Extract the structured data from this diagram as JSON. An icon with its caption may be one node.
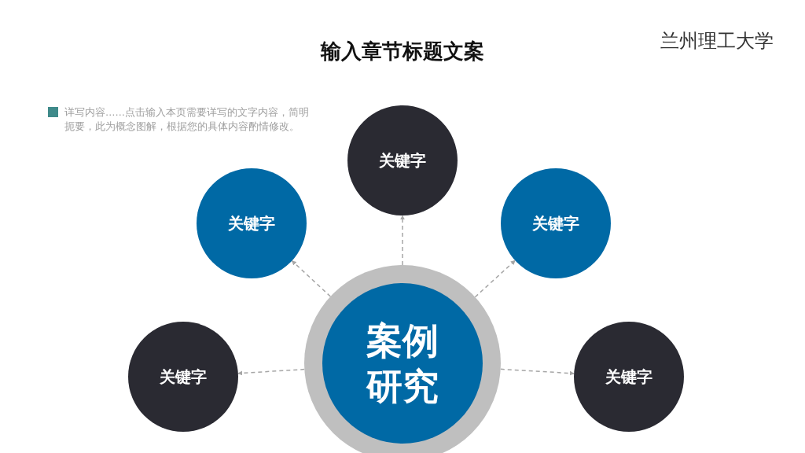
{
  "diagram": {
    "title": "输入章节标题文案",
    "nodes": [
      {
        "text": [
          "案例研究"
        ]
      },
      {
        "text": [
          "关键字"
        ]
      },
      {
        "text": [
          "关键字"
        ]
      },
      {
        "text": [
          "关键字"
        ]
      },
      {
        "text": [
          "关键字"
        ]
      },
      {
        "text": [
          "关键字"
        ]
      }
    ],
    "edges": [
      {
        "from": 0,
        "to": 1,
        "arrow": "to",
        "style": "dashed"
      },
      {
        "from": 0,
        "to": 2,
        "arrow": "to",
        "style": "dashed"
      },
      {
        "from": 0,
        "to": 3,
        "arrow": "to",
        "style": "dashed"
      },
      {
        "from": 0,
        "to": 4,
        "arrow": "to",
        "style": "dashed"
      },
      {
        "from": 0,
        "to": 5,
        "arrow": "to",
        "style": "dashed"
      }
    ],
    "labels": [
      "兰州理工大学",
      "详写内容……点击输入本页需要详写的文字内容，简明扼要，此为概念图解，根据您的具体内容酌情修改。"
    ]
  }
}
